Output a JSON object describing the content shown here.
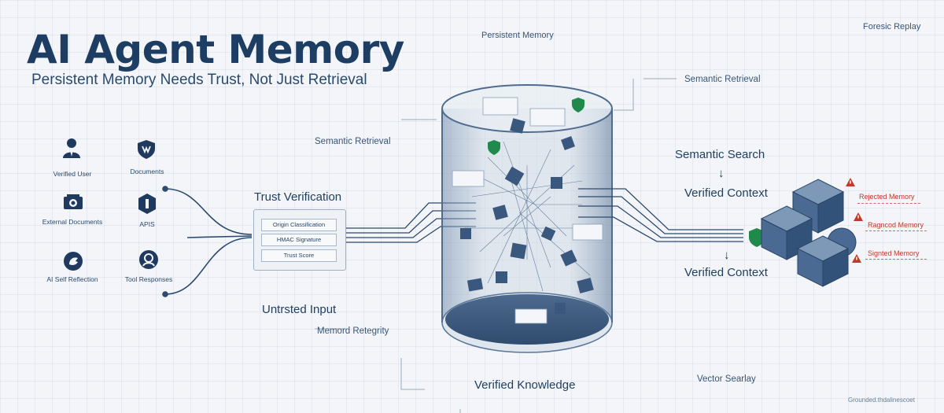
{
  "header": {
    "title": "AI Agent Memory",
    "subtitle": "Persistent Memory Needs Trust, Not Just Retrieval"
  },
  "sources": [
    {
      "label": "Verified User",
      "icon": "user-icon"
    },
    {
      "label": "Documents",
      "icon": "shield-document-icon"
    },
    {
      "label": "External Documents",
      "icon": "document-scanner-icon"
    },
    {
      "label": "APIS",
      "icon": "api-icon"
    },
    {
      "label": "AI Self Reflection",
      "icon": "reflection-icon"
    },
    {
      "label": "Tool Responses",
      "icon": "tool-icon"
    }
  ],
  "trust": {
    "heading": "Trust Verification",
    "rows": [
      "Origin Classification",
      "HMAC Signature",
      "Trust Score"
    ]
  },
  "labels": {
    "untrusted_input": "Untrsted Input",
    "memory_integrity": "Memord Retegrity",
    "semantic_retrieval_left": "Semantic Retrieval",
    "persistent_memory": "Persistent Memory",
    "semantic_retrieval_right": "Semantic Retrieval",
    "forensic_replay": "Foresic Replay",
    "semantic_search": "Semantic Search",
    "verified_context_top": "Verified Context",
    "verified_context_bottom": "Verified Context",
    "verified_knowledge": "Verified Knowledge",
    "vector_search": "Vector Searlay",
    "arrow_down": "↓",
    "footer_credit": "Grounded.thdalinescoet"
  },
  "outputs": [
    {
      "label": "Rejected Memory",
      "icon": "warning-icon"
    },
    {
      "label": "Ragncod Memory",
      "icon": "warning-icon"
    },
    {
      "label": "Signted Memory",
      "icon": "warning-icon"
    }
  ],
  "colors": {
    "primary": "#1d3d63",
    "cylinder": "#7f9bb8",
    "cube": "#4a6a93",
    "accent_green": "#1f8a4c",
    "warning_red": "#c0392b"
  }
}
